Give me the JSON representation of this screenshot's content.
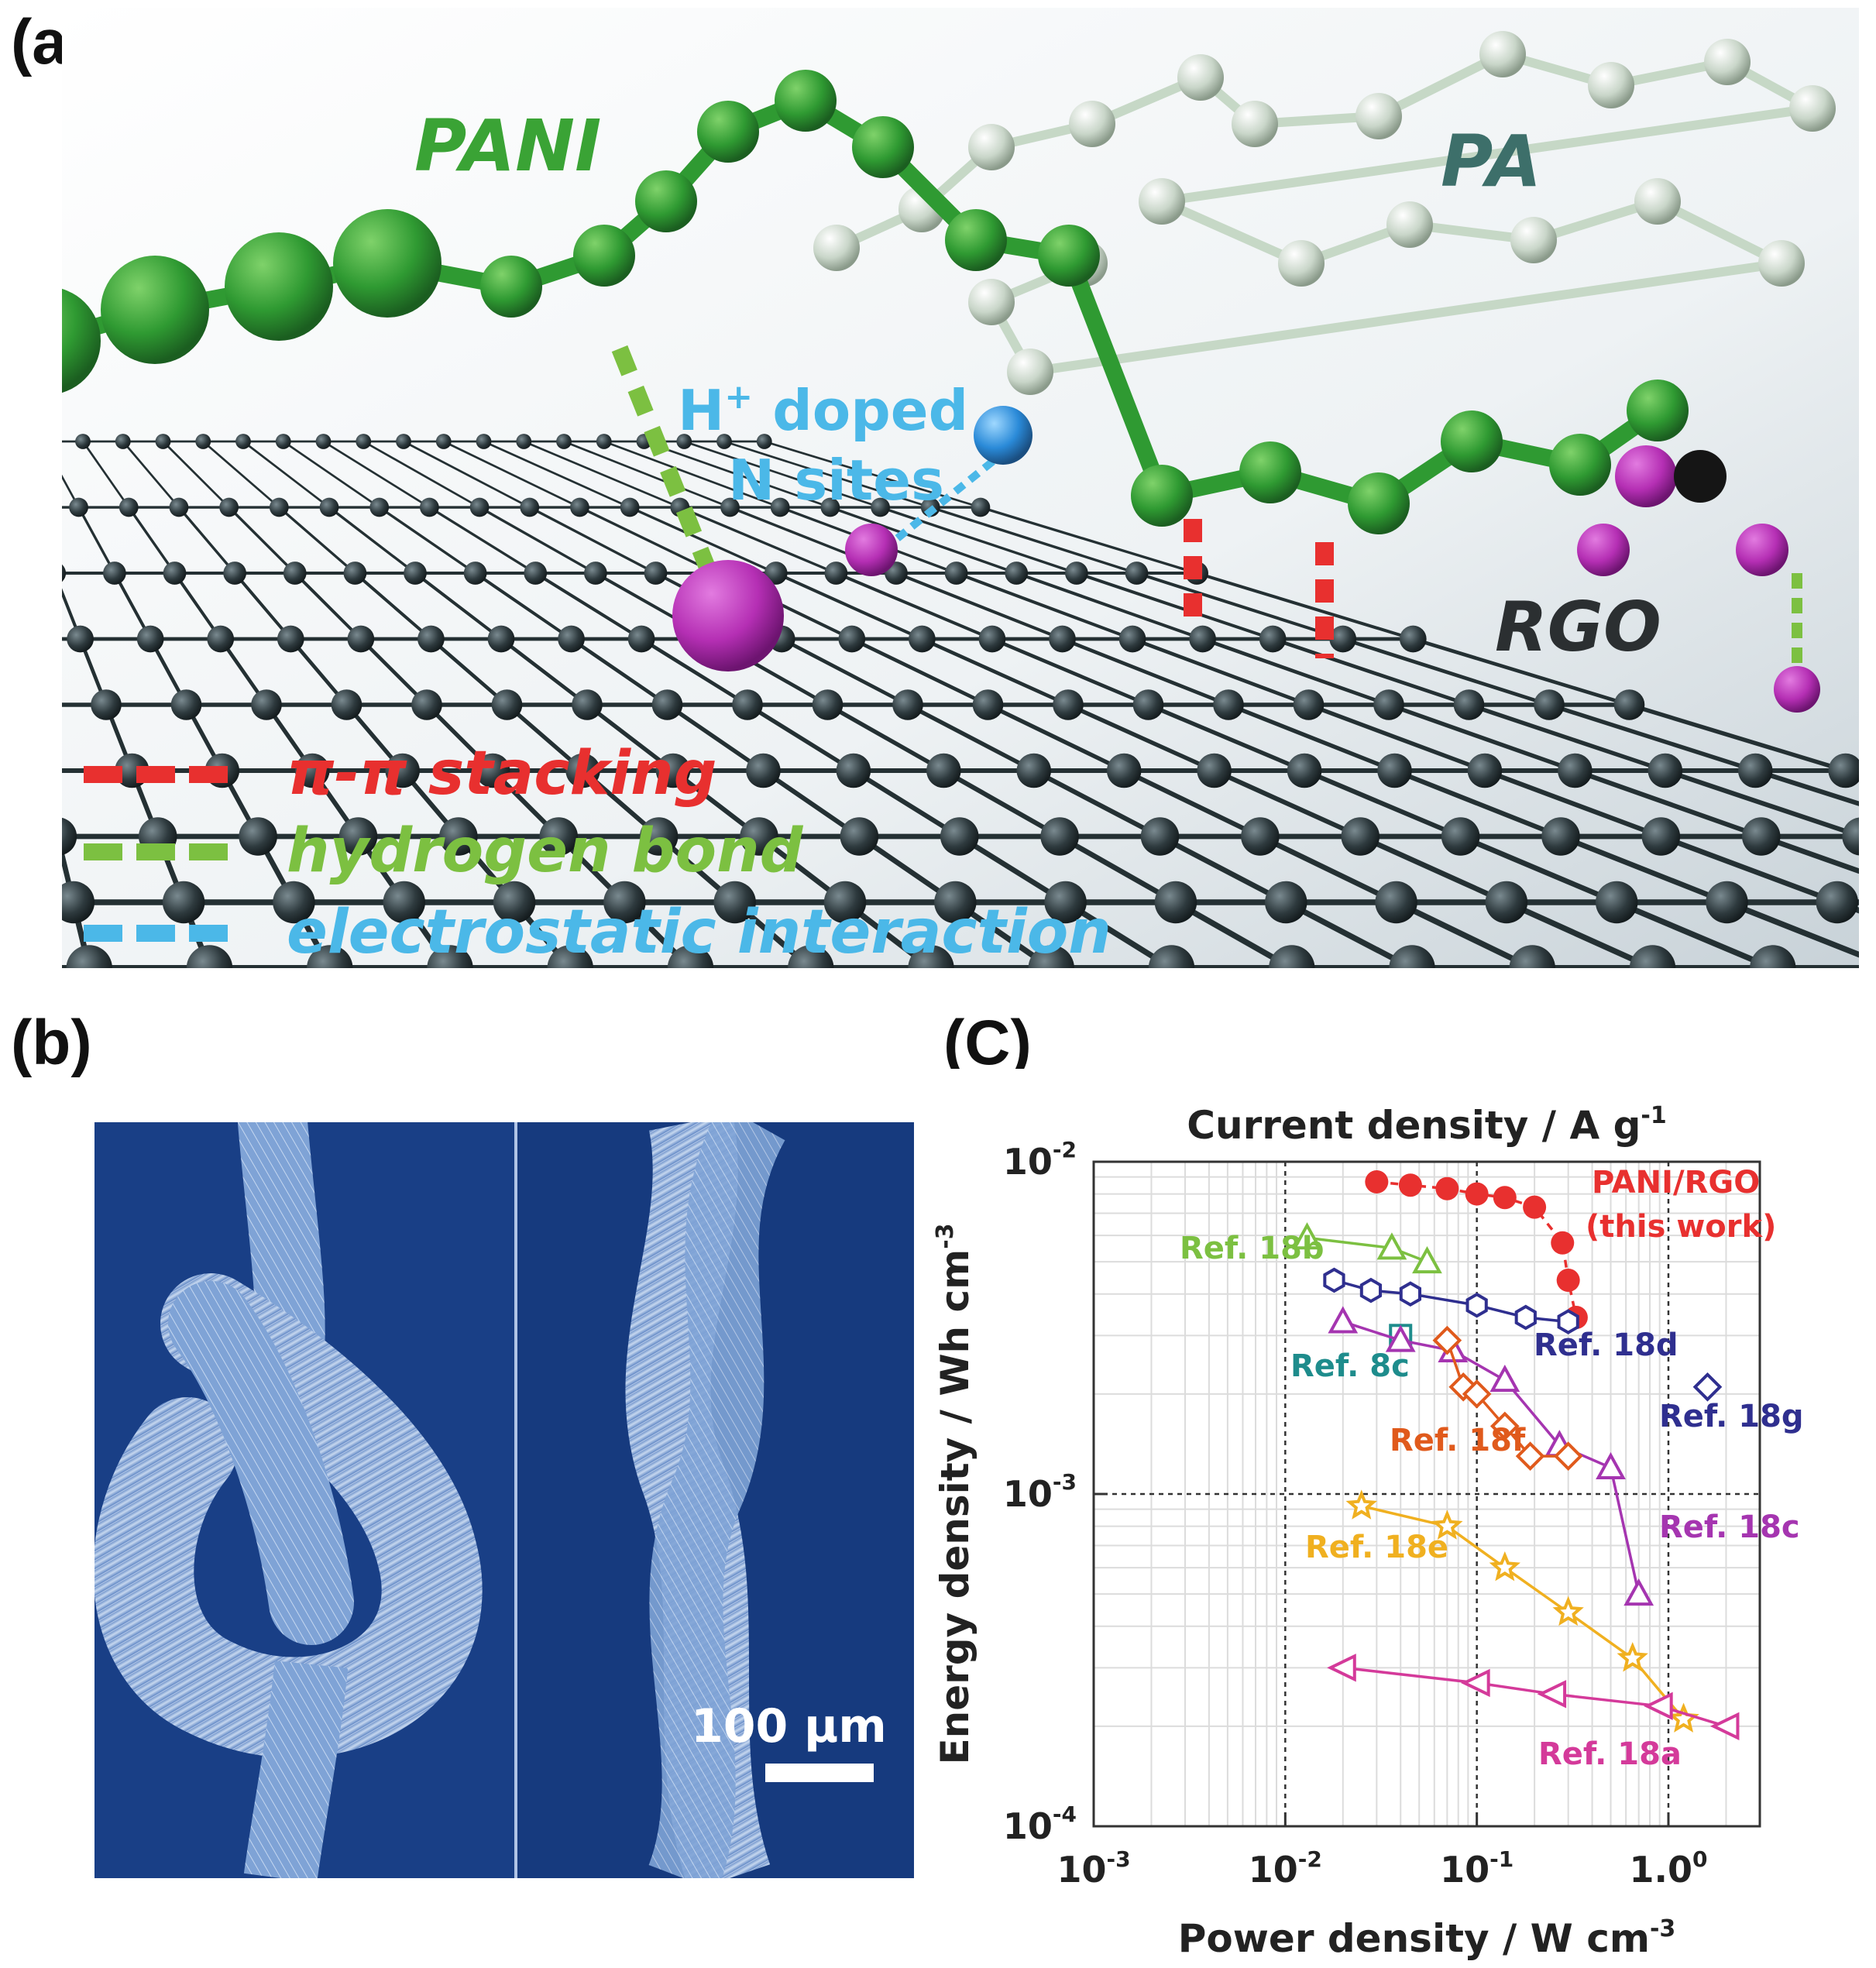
{
  "panel_a": {
    "letter": "(a)",
    "labels": {
      "pani": "PANI",
      "pa": "PA",
      "rgo": "RGO",
      "h_doped_line1": "H",
      "h_sup": "+",
      "h_doped_line1_rest": " doped",
      "h_doped_line2": "N sites"
    },
    "legend": [
      {
        "label": "π-π stacking",
        "color": "#e8302f"
      },
      {
        "label": "hydrogen bond",
        "color": "#7cc041"
      },
      {
        "label": "electrostatic interaction",
        "color": "#4bb8e8"
      }
    ]
  },
  "panel_b": {
    "letter": "(b)",
    "scale_bar": "100 µm"
  },
  "panel_c": {
    "letter": "(C)"
  },
  "chart_data": {
    "type": "scatter",
    "title": "Current density / A g",
    "title_sup": "-1",
    "xlabel": "Power density / W cm",
    "xlabel_sup": "-3",
    "ylabel": "Energy density / Wh cm",
    "ylabel_sup": "-3",
    "xscale": "log",
    "yscale": "log",
    "xlim": [
      0.001,
      3
    ],
    "ylim": [
      0.0001,
      0.01
    ],
    "x_ticks": [
      {
        "v": 0.001,
        "base": "10",
        "exp": "-3"
      },
      {
        "v": 0.01,
        "base": "10",
        "exp": "-2"
      },
      {
        "v": 0.1,
        "base": "10",
        "exp": "-1"
      },
      {
        "v": 1,
        "base": "1.0",
        "exp": "0"
      }
    ],
    "y_ticks": [
      {
        "v": 0.0001,
        "base": "10",
        "exp": "-4"
      },
      {
        "v": 0.001,
        "base": "10",
        "exp": "-3"
      },
      {
        "v": 0.01,
        "base": "10",
        "exp": "-2"
      }
    ],
    "grid": true,
    "series": [
      {
        "name": "PANI/RGO (this work)",
        "color": "#e8302f",
        "marker": "filled-circle",
        "dashed": true,
        "x": [
          0.03,
          0.045,
          0.07,
          0.1,
          0.14,
          0.2,
          0.28,
          0.3,
          0.33
        ],
        "y": [
          0.0087,
          0.0085,
          0.0083,
          0.008,
          0.0078,
          0.0073,
          0.0057,
          0.0044,
          0.0034
        ]
      },
      {
        "name": "Ref. 18b",
        "color": "#7cc041",
        "marker": "triangle-up",
        "x": [
          0.013,
          0.036,
          0.055
        ],
        "y": [
          0.0059,
          0.0055,
          0.005
        ]
      },
      {
        "name": "Ref. 18d",
        "color": "#2f2f8f",
        "marker": "hexagon",
        "x": [
          0.018,
          0.028,
          0.045,
          0.1,
          0.18,
          0.3
        ],
        "y": [
          0.0044,
          0.0041,
          0.004,
          0.0037,
          0.0034,
          0.0033
        ]
      },
      {
        "name": "Ref. 8c",
        "color": "#1e8c8c",
        "marker": "square",
        "x": [
          0.04
        ],
        "y": [
          0.003
        ]
      },
      {
        "name": "Ref. 18c",
        "color": "#a535b0",
        "marker": "triangle-up",
        "x": [
          0.02,
          0.04,
          0.075,
          0.14,
          0.27,
          0.5,
          0.7
        ],
        "y": [
          0.0033,
          0.0029,
          0.0027,
          0.0022,
          0.0014,
          0.0012,
          0.0005
        ]
      },
      {
        "name": "Ref. 18f",
        "color": "#e05a1c",
        "marker": "diamond",
        "x": [
          0.07,
          0.085,
          0.1,
          0.14,
          0.19,
          0.3
        ],
        "y": [
          0.0029,
          0.0021,
          0.002,
          0.0016,
          0.0013,
          0.0013
        ]
      },
      {
        "name": "Ref. 18g",
        "color": "#2f2f8f",
        "marker": "diamond",
        "x": [
          1.6
        ],
        "y": [
          0.0021
        ]
      },
      {
        "name": "Ref. 18e",
        "color": "#f0b020",
        "marker": "star",
        "x": [
          0.025,
          0.07,
          0.14,
          0.3,
          0.65,
          1.2
        ],
        "y": [
          0.00092,
          0.0008,
          0.0006,
          0.00044,
          0.00032,
          0.00021
        ]
      },
      {
        "name": "Ref. 18a",
        "color": "#d43a9a",
        "marker": "triangle-left",
        "x": [
          0.02,
          0.1,
          0.25,
          0.9,
          2.0
        ],
        "y": [
          0.0003,
          0.00027,
          0.00025,
          0.00023,
          0.0002
        ]
      }
    ],
    "annotations": [
      {
        "text": "PANI/RGO",
        "color": "#e8302f"
      },
      {
        "text": "(this work)",
        "color": "#e8302f"
      },
      {
        "text": "Ref. 18b",
        "color": "#7cc041"
      },
      {
        "text": "Ref. 18d",
        "color": "#2f2f8f"
      },
      {
        "text": "Ref. 8c",
        "color": "#1e8c8c"
      },
      {
        "text": "Ref. 18g",
        "color": "#2f2f8f"
      },
      {
        "text": "Ref. 18f",
        "color": "#e05a1c"
      },
      {
        "text": "Ref. 18c",
        "color": "#a535b0"
      },
      {
        "text": "Ref. 18e",
        "color": "#f0b020"
      },
      {
        "text": "Ref. 18a",
        "color": "#d43a9a"
      }
    ]
  }
}
